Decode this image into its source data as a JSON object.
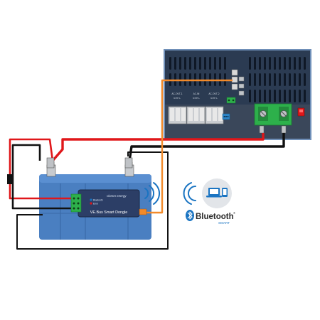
{
  "inverter": {
    "ac_out_1_label": "AC-OUT-1",
    "ac_in_label": "AC-IN",
    "ac_out_2_label": "AC-OUT-2",
    "ac_out_1_terminals": "N PE L",
    "ac_in_terminals": "N PE L",
    "ac_out_2_terminals": "N PE L"
  },
  "dongle": {
    "brand": "victron energy",
    "model": "VE.Bus Smart Dongle",
    "led_bluetooth": "Bluetooth",
    "led_error": "Error"
  },
  "bluetooth_badge": {
    "wordmark": "Bluetooth",
    "trademark": "®",
    "subtitle": "SMART"
  },
  "colors": {
    "inverter_body": "#2b3b52",
    "inverter_frame": "#6f8fb8",
    "battery": "#4a7fc1",
    "battery_dark": "#3a6aa8",
    "dongle": "#2c3e66",
    "cable_positive": "#e0171a",
    "cable_negative": "#111111",
    "cable_data": "#f28a2a",
    "terminal_green": "#2db04b",
    "bluetooth_blue": "#1a74c2"
  },
  "icons": [
    "wifi-signal-icon",
    "bluetooth-logo-icon",
    "laptop-icon",
    "phone-icon"
  ]
}
